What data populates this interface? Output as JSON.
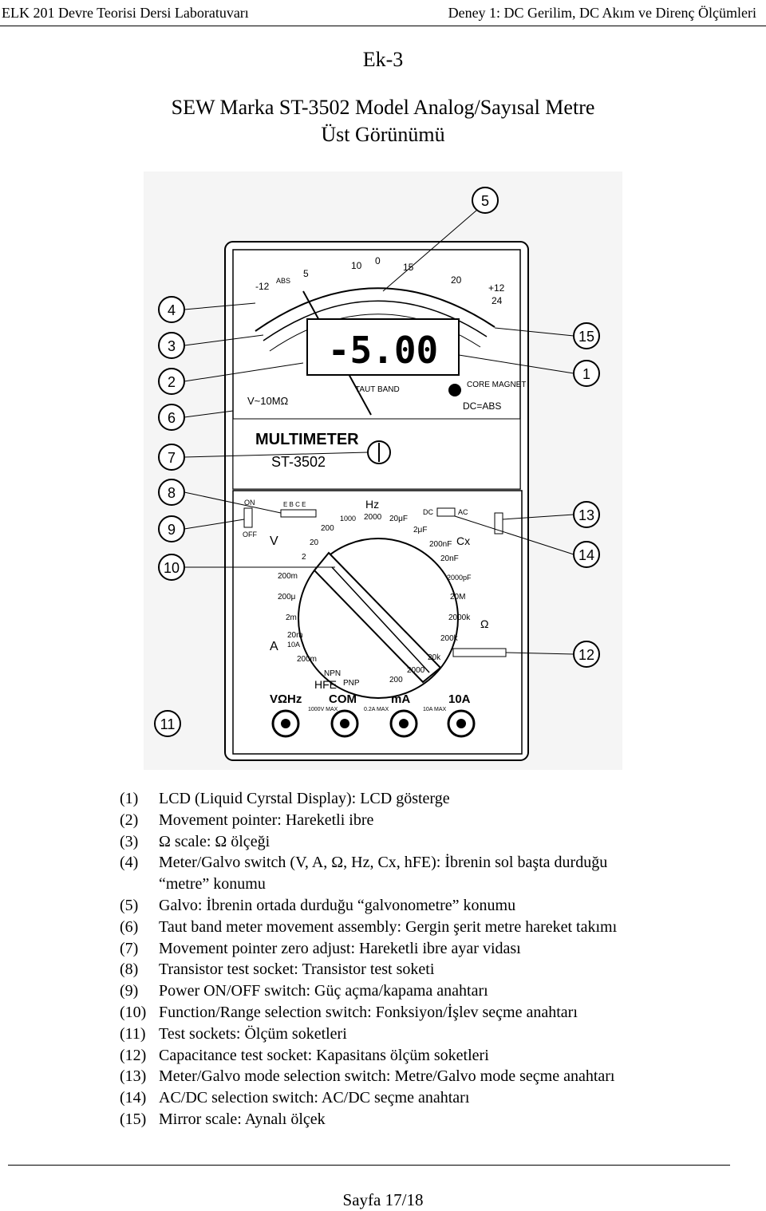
{
  "header": {
    "left": "ELK 201 Devre Teorisi Dersi Laboratuvarı",
    "right": "Deney 1: DC Gerilim, DC Akım ve Direnç Ölçümleri"
  },
  "appendix": "Ek-3",
  "title_line1": "SEW Marka ST-3502 Model Analog/Sayısal Metre",
  "title_line2": "Üst Görünümü",
  "figure": {
    "lcd_reading": "-5.00",
    "brand": "MULTIMETER",
    "model": "ST-3502",
    "input_label": "V~10MΩ",
    "taut_band": "TAUT BAND",
    "core_magnet": "CORE MAGNET",
    "dc_abs": "DC=ABS",
    "scale_top": [
      "-12",
      "ABS",
      "5",
      "10",
      "0",
      "15",
      "20",
      "+12",
      "24"
    ],
    "jacks": [
      "VΩHz",
      "COM",
      "mA",
      "10A"
    ],
    "jack_limits": [
      "1000V MAX",
      "0.2A MAX",
      "10A MAX"
    ],
    "func_labels": [
      "V",
      "A",
      "Ω",
      "Hz",
      "Cx",
      "HFE"
    ],
    "ranges_left": [
      "20",
      "2",
      "200m",
      "200μ",
      "2m",
      "20m",
      "10A",
      "200m"
    ],
    "ranges_top": [
      "200",
      "1000",
      "2000",
      "20μF"
    ],
    "ranges_right": [
      "2μF",
      "200nF",
      "20nF",
      "2000pF",
      "20M",
      "2000k",
      "200k",
      "20k"
    ],
    "ranges_bottom": [
      "NPN",
      "PNP",
      "200",
      "2000"
    ],
    "switch_on": "ON",
    "switch_off": "OFF",
    "ac_dc": [
      "DC",
      "AC"
    ],
    "ebce": "E B C E",
    "callouts_left": [
      "4",
      "3",
      "2",
      "6",
      "7",
      "8",
      "9",
      "10",
      "11"
    ],
    "callouts_right": [
      "5",
      "15",
      "1",
      "13",
      "14",
      "12"
    ]
  },
  "items": [
    {
      "num": "(1)",
      "text": "LCD (Liquid Cyrstal Display): LCD gösterge"
    },
    {
      "num": "(2)",
      "text": "Movement pointer: Hareketli ibre"
    },
    {
      "num": "(3)",
      "text": "Ω scale: Ω ölçeği"
    },
    {
      "num": "(4)",
      "text": "Meter/Galvo switch (V, A, Ω, Hz, Cx, hFE): İbrenin sol başta durduğu"
    },
    {
      "num": "",
      "text": "“metre” konumu"
    },
    {
      "num": "(5)",
      "text": "Galvo: İbrenin ortada durduğu “galvonometre” konumu"
    },
    {
      "num": "(6)",
      "text": "Taut band meter movement assembly: Gergin şerit metre hareket takımı"
    },
    {
      "num": "(7)",
      "text": "Movement pointer zero adjust: Hareketli ibre ayar vidası"
    },
    {
      "num": "(8)",
      "text": "Transistor test socket: Transistor test soketi"
    },
    {
      "num": "(9)",
      "text": "Power ON/OFF switch: Güç açma/kapama anahtarı"
    },
    {
      "num": "(10)",
      "text": "Function/Range selection switch: Fonksiyon/İşlev seçme anahtarı"
    },
    {
      "num": "(11)",
      "text": "Test sockets: Ölçüm soketleri"
    },
    {
      "num": "(12)",
      "text": "Capacitance test socket: Kapasitans ölçüm soketleri"
    },
    {
      "num": "(13)",
      "text": "Meter/Galvo mode selection switch: Metre/Galvo mode seçme anahtarı"
    },
    {
      "num": "(14)",
      "text": "AC/DC selection switch: AC/DC seçme anahtarı"
    },
    {
      "num": "(15)",
      "text": "Mirror scale: Aynalı ölçek"
    }
  ],
  "footer": "Sayfa 17/18"
}
